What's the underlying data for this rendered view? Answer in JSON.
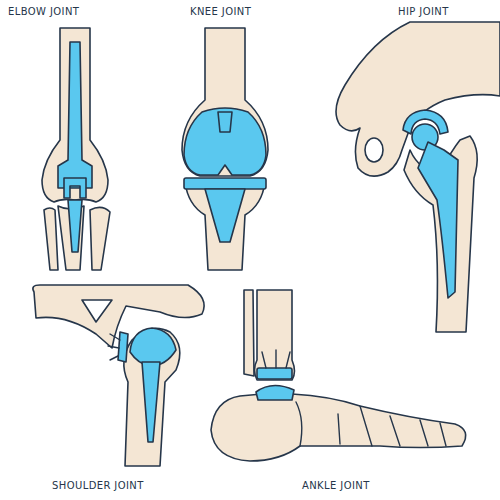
{
  "diagram": {
    "labels": [
      "ELBOW JOINT",
      "KNEE JOINT",
      "HIP JOINT",
      "SHOULDER JOINT",
      "ANKLE JOINT"
    ]
  }
}
